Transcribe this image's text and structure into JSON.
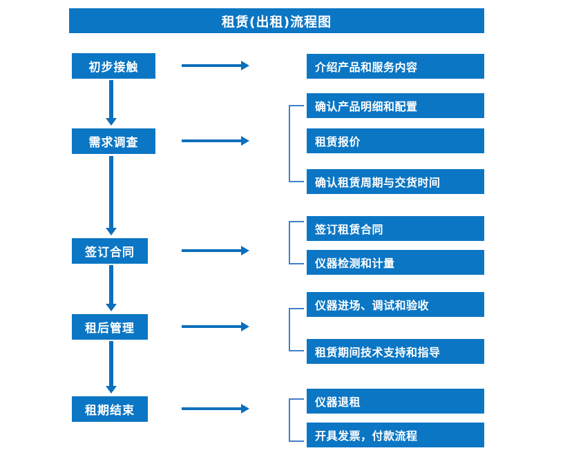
{
  "diagram": {
    "title": "租赁(出租)流程图",
    "accent_color": "#0b76c4",
    "arrow_color": "#0b6fbc",
    "bracket_color": "#3f7fc8",
    "text_color": "#ffffff",
    "background": "#ffffff"
  },
  "stages": [
    {
      "label": "初步接触"
    },
    {
      "label": "需求调查"
    },
    {
      "label": "签订合同"
    },
    {
      "label": "租后管理"
    },
    {
      "label": "租期结束"
    }
  ],
  "detail_groups": [
    {
      "stage": "初步接触",
      "has_bracket": false,
      "items": [
        {
          "label": "介绍产品和服务内容"
        }
      ]
    },
    {
      "stage": "需求调查",
      "has_bracket": true,
      "items": [
        {
          "label": "确认产品明细和配置"
        },
        {
          "label": "租赁报价"
        },
        {
          "label": "确认租赁周期与交货时间"
        }
      ]
    },
    {
      "stage": "签订合同",
      "has_bracket": true,
      "items": [
        {
          "label": "签订租赁合同"
        },
        {
          "label": "仪器检测和计量"
        }
      ]
    },
    {
      "stage": "租后管理",
      "has_bracket": true,
      "items": [
        {
          "label": "仪器进场、调试和验收"
        },
        {
          "label": "租赁期间技术支持和指导"
        }
      ]
    },
    {
      "stage": "租期结束",
      "has_bracket": true,
      "items": [
        {
          "label": "仪器退租"
        },
        {
          "label": "开具发票，付款流程"
        }
      ]
    }
  ]
}
